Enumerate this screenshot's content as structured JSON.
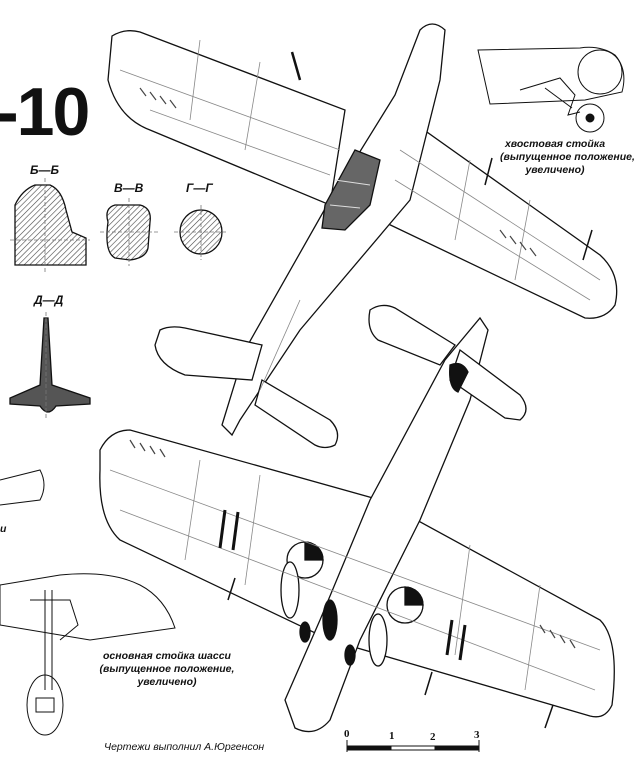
{
  "title": "-10",
  "sections": {
    "bb": "Б—Б",
    "vv": "В—В",
    "gg": "Г—Г",
    "dd": "Д—Д"
  },
  "captions": {
    "tail_wheel": [
      "хвостовая стойка",
      "(выпущенное положение,",
      "увеличено)"
    ],
    "main_gear": [
      "основная стойка шасси",
      "(выпущенное положение,",
      "увеличено)"
    ],
    "fragment": "и"
  },
  "credit": "Чертежи выполнил А.Юргенсон",
  "scale": {
    "ticks": [
      "0",
      "1",
      "2",
      "3"
    ]
  },
  "colors": {
    "ink": "#111111",
    "hatch": "#555555",
    "panel": "#888888"
  }
}
